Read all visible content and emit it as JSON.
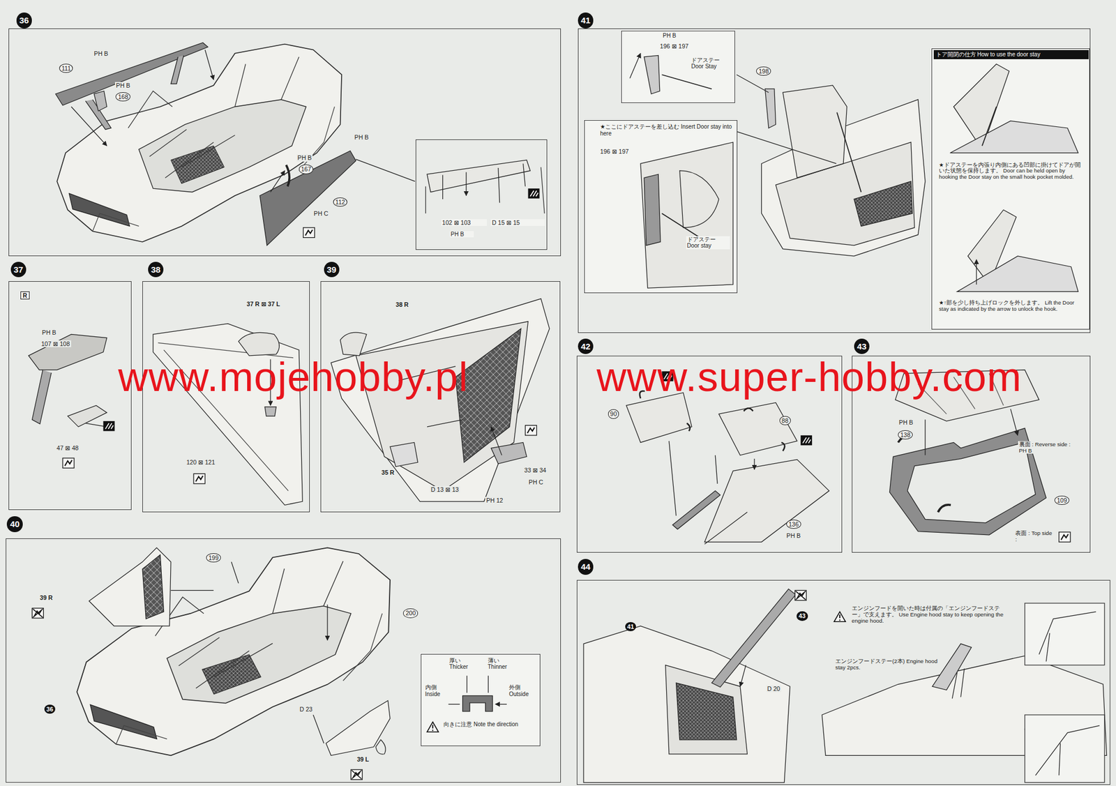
{
  "diagram": {
    "nodes": [
      {
        "text": [
          "36"
        ]
      },
      {
        "text": [
          "102 ⊠ 103",
          "PH B",
          "D 15 ⊠ 15"
        ],
        "in": 0
      },
      {
        "text": [
          "37"
        ]
      },
      {
        "text": [
          "38"
        ]
      },
      {
        "text": [
          "39"
        ]
      },
      {
        "text": [
          "40"
        ]
      },
      {
        "text": [
          "厚い Thicker",
          "薄い Thinner",
          "内側 Inside",
          "外側 Outside",
          "向きに注意 Note the direction"
        ],
        "in": 5
      },
      {
        "text": [
          "41"
        ]
      },
      {
        "text": [
          "PH B",
          "196 ⊠ 197",
          "ドアステー Door Stay"
        ],
        "in": 7
      },
      {
        "text": [
          "★ここにドアステーを差し込む Insert Door stay into here",
          "196 ⊠ 197",
          "ドアステー Door stay"
        ],
        "in": 7
      },
      {
        "text": [
          "トア開閉の仕方 How to use the door stay",
          "★ドアステーを内張り内側にある凹部に掛けてドアが開いた状態を保持します。 Door can be held open by hooking the Door stay on the small hook pocket molded.",
          "★↑部を少し持ち上げロックを外します。 Lift the Door stay as indicated by the arrow to unlock the hook."
        ],
        "in": 7
      },
      {
        "text": [
          "42"
        ]
      },
      {
        "text": [
          "43"
        ]
      },
      {
        "text": [
          "44"
        ]
      }
    ],
    "labels": [
      "PH B",
      "111",
      "PH B",
      "168",
      "PH B",
      "PH B",
      "167",
      "112",
      "PH C",
      "R",
      "PH B",
      "107 ⊠ 108",
      "47 ⊠ 48",
      "37 R ⊠ 37 L",
      "120 ⊠ 121",
      "38 R",
      "35 R",
      "D 13 ⊠ 13",
      "PH 12",
      "33 ⊠ 34",
      "PH C",
      "39 R",
      "199",
      "200",
      "36",
      "D 23",
      "39 L",
      "198",
      "90",
      "88",
      "136",
      "PH B",
      "PH B",
      "138",
      "裏面 : Reverse side : PH B",
      "109",
      "表面 : Top side :",
      "41",
      "43",
      "D 20",
      "エンジンフードを開いた時は付属の「エンジンフードステー」で支えます。 Use Engine hood stay to keep opening the engine hood.",
      "エンジンフードステー(2本) Engine hood stay 2pcs.",
      "www.mojehobby.pl",
      "www.super-hobby.com"
    ]
  }
}
